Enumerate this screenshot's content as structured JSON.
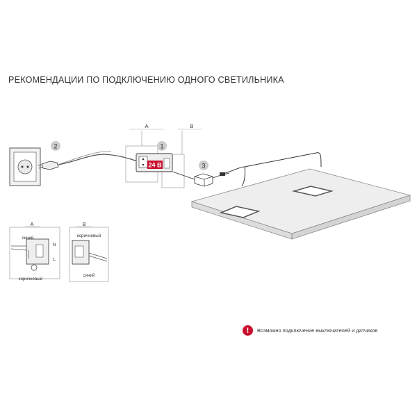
{
  "title": "РЕКОМЕНДАЦИИ ПО ПОДКЛЮЧЕНИЮ ОДНОГО СВЕТИЛЬНИКА",
  "callouts": {
    "socket": "2",
    "driver": "1",
    "connector": "3"
  },
  "detail_labels": {
    "a": "A",
    "b": "B"
  },
  "voltage": "24 B",
  "wiring_a": {
    "label": "A",
    "blue": "синий",
    "brown": "коричневый",
    "n": "N",
    "l": "L"
  },
  "wiring_b": {
    "label": "B",
    "brown": "коричневый",
    "blue": "синий"
  },
  "note": {
    "icon": "warning-icon",
    "text": "Возможно подключение выключателей и датчиков"
  },
  "colors": {
    "accent": "#c8102e",
    "line": "#333333"
  }
}
